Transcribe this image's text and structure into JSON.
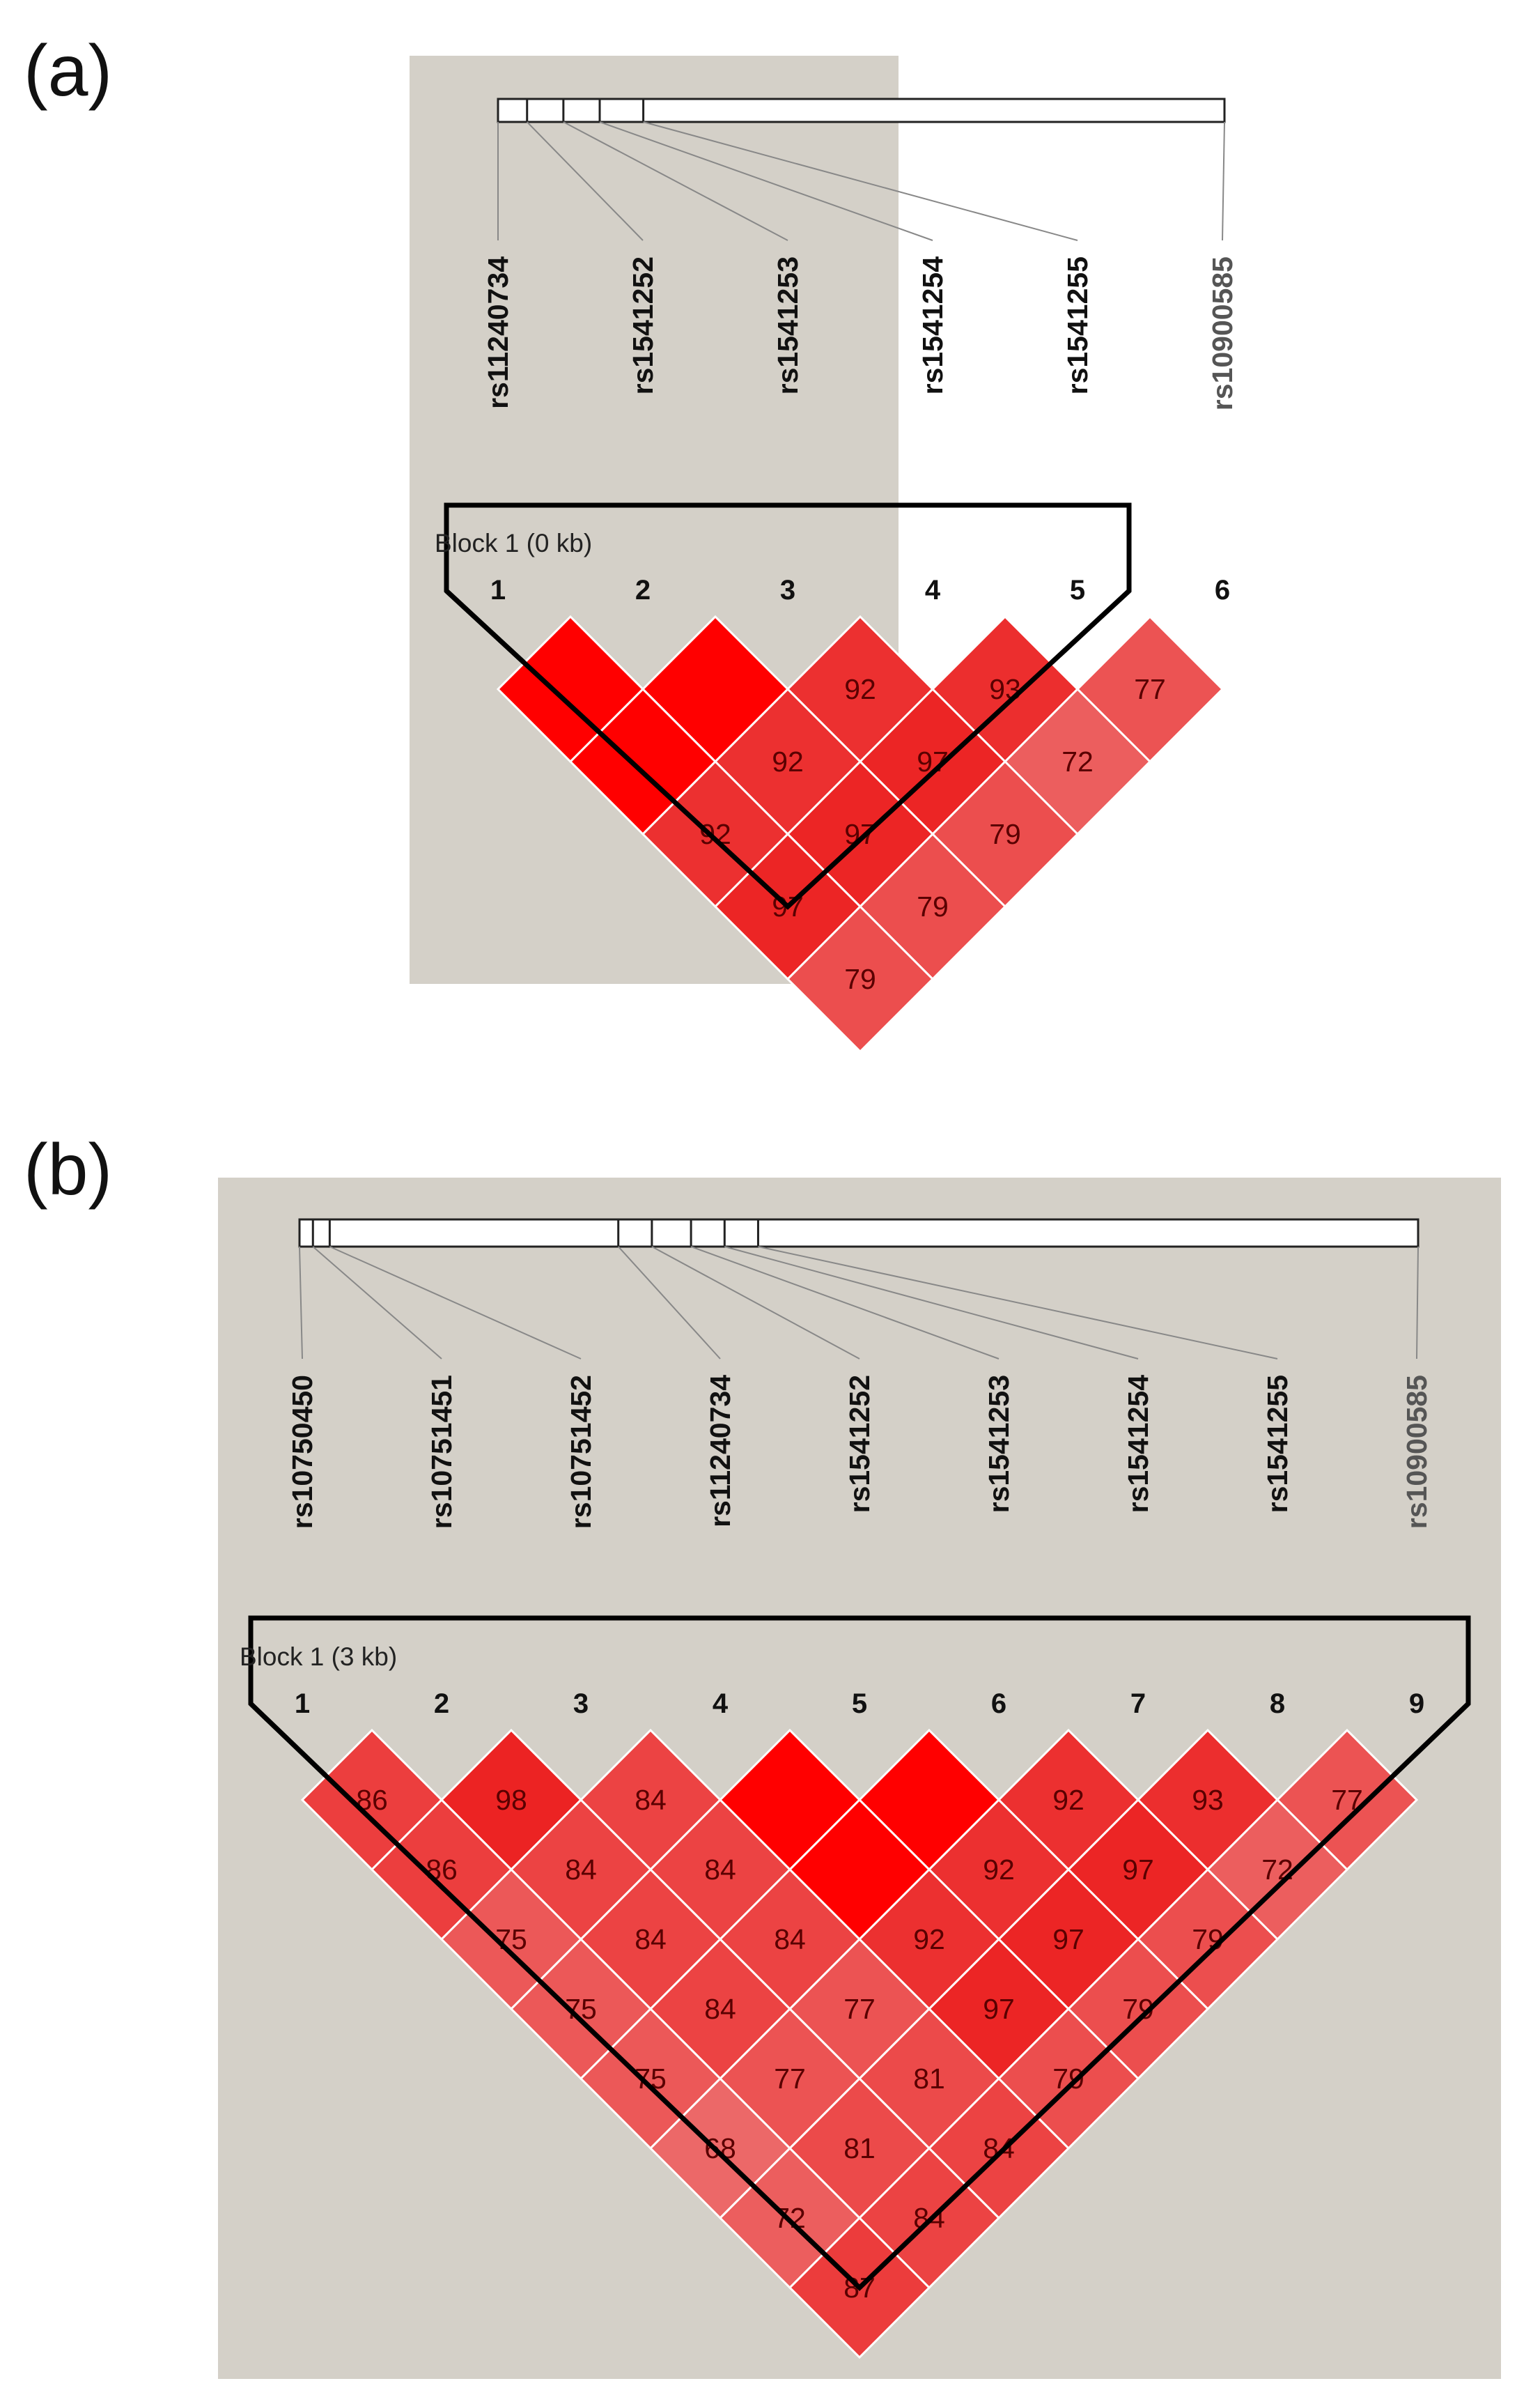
{
  "panels": [
    {
      "letter": "(a)",
      "block_label": "Block 1 (0 kb)",
      "snps": [
        "rs11240734",
        "rs1541252",
        "rs1541253",
        "rs1541254",
        "rs1541255",
        "rs10900585"
      ],
      "snp_positions": [
        0,
        0.04,
        0.09,
        0.14,
        0.2,
        1.0
      ],
      "indices": [
        "1",
        "2",
        "3",
        "4",
        "5",
        "6"
      ],
      "colors": {
        "background": "#d4d0c8",
        "strong": "#ff0000",
        "block_outline": "#000000",
        "grey_label": "#555555"
      },
      "cells": [
        {
          "i": 1,
          "j": 2,
          "value": "",
          "shade": 1.0
        },
        {
          "i": 2,
          "j": 3,
          "value": "",
          "shade": 1.0
        },
        {
          "i": 3,
          "j": 4,
          "value": "92",
          "shade": 0.92
        },
        {
          "i": 4,
          "j": 5,
          "value": "93",
          "shade": 0.93
        },
        {
          "i": 5,
          "j": 6,
          "value": "77",
          "shade": 0.77
        },
        {
          "i": 1,
          "j": 3,
          "value": "",
          "shade": 1.0
        },
        {
          "i": 2,
          "j": 4,
          "value": "92",
          "shade": 0.92
        },
        {
          "i": 3,
          "j": 5,
          "value": "97",
          "shade": 0.97
        },
        {
          "i": 4,
          "j": 6,
          "value": "72",
          "shade": 0.72
        },
        {
          "i": 1,
          "j": 4,
          "value": "92",
          "shade": 0.92
        },
        {
          "i": 2,
          "j": 5,
          "value": "97",
          "shade": 0.97
        },
        {
          "i": 3,
          "j": 6,
          "value": "79",
          "shade": 0.79
        },
        {
          "i": 1,
          "j": 5,
          "value": "97",
          "shade": 0.97
        },
        {
          "i": 2,
          "j": 6,
          "value": "79",
          "shade": 0.79
        },
        {
          "i": 1,
          "j": 6,
          "value": "79",
          "shade": 0.79
        }
      ]
    },
    {
      "letter": "(b)",
      "block_label": "Block 1 (3 kb)",
      "snps": [
        "rs10750450",
        "rs10751451",
        "rs10751452",
        "rs11240734",
        "rs1541252",
        "rs1541253",
        "rs1541254",
        "rs1541255",
        "rs10900585"
      ],
      "snp_positions": [
        0,
        0.012,
        0.027,
        0.285,
        0.315,
        0.35,
        0.38,
        0.41,
        1.0
      ],
      "indices": [
        "1",
        "2",
        "3",
        "4",
        "5",
        "6",
        "7",
        "8",
        "9"
      ],
      "colors": {
        "background": "#d4d0c8",
        "strong": "#ff0000",
        "block_outline": "#000000",
        "grey_label": "#555555"
      },
      "cells": [
        {
          "i": 1,
          "j": 2,
          "value": "86",
          "shade": 0.86
        },
        {
          "i": 2,
          "j": 3,
          "value": "98",
          "shade": 0.98
        },
        {
          "i": 3,
          "j": 4,
          "value": "84",
          "shade": 0.84
        },
        {
          "i": 4,
          "j": 5,
          "value": "",
          "shade": 1.0
        },
        {
          "i": 5,
          "j": 6,
          "value": "",
          "shade": 1.0
        },
        {
          "i": 6,
          "j": 7,
          "value": "92",
          "shade": 0.92
        },
        {
          "i": 7,
          "j": 8,
          "value": "93",
          "shade": 0.93
        },
        {
          "i": 8,
          "j": 9,
          "value": "77",
          "shade": 0.77
        },
        {
          "i": 1,
          "j": 3,
          "value": "86",
          "shade": 0.86
        },
        {
          "i": 2,
          "j": 4,
          "value": "84",
          "shade": 0.84
        },
        {
          "i": 3,
          "j": 5,
          "value": "84",
          "shade": 0.84
        },
        {
          "i": 4,
          "j": 6,
          "value": "",
          "shade": 1.0
        },
        {
          "i": 5,
          "j": 7,
          "value": "92",
          "shade": 0.92
        },
        {
          "i": 6,
          "j": 8,
          "value": "97",
          "shade": 0.97
        },
        {
          "i": 7,
          "j": 9,
          "value": "72",
          "shade": 0.72
        },
        {
          "i": 1,
          "j": 4,
          "value": "75",
          "shade": 0.75
        },
        {
          "i": 2,
          "j": 5,
          "value": "84",
          "shade": 0.84
        },
        {
          "i": 3,
          "j": 6,
          "value": "84",
          "shade": 0.84
        },
        {
          "i": 4,
          "j": 7,
          "value": "92",
          "shade": 0.92
        },
        {
          "i": 5,
          "j": 8,
          "value": "97",
          "shade": 0.97
        },
        {
          "i": 6,
          "j": 9,
          "value": "79",
          "shade": 0.79
        },
        {
          "i": 1,
          "j": 5,
          "value": "75",
          "shade": 0.75
        },
        {
          "i": 2,
          "j": 6,
          "value": "84",
          "shade": 0.84
        },
        {
          "i": 3,
          "j": 7,
          "value": "77",
          "shade": 0.77
        },
        {
          "i": 4,
          "j": 8,
          "value": "97",
          "shade": 0.97
        },
        {
          "i": 5,
          "j": 9,
          "value": "79",
          "shade": 0.79
        },
        {
          "i": 1,
          "j": 6,
          "value": "75",
          "shade": 0.75
        },
        {
          "i": 2,
          "j": 7,
          "value": "77",
          "shade": 0.77
        },
        {
          "i": 3,
          "j": 8,
          "value": "81",
          "shade": 0.81
        },
        {
          "i": 4,
          "j": 9,
          "value": "79",
          "shade": 0.79
        },
        {
          "i": 1,
          "j": 7,
          "value": "68",
          "shade": 0.68
        },
        {
          "i": 2,
          "j": 8,
          "value": "81",
          "shade": 0.81
        },
        {
          "i": 3,
          "j": 9,
          "value": "84",
          "shade": 0.84
        },
        {
          "i": 1,
          "j": 8,
          "value": "72",
          "shade": 0.72
        },
        {
          "i": 2,
          "j": 9,
          "value": "84",
          "shade": 0.84
        },
        {
          "i": 1,
          "j": 9,
          "value": "87",
          "shade": 0.87
        }
      ]
    }
  ]
}
